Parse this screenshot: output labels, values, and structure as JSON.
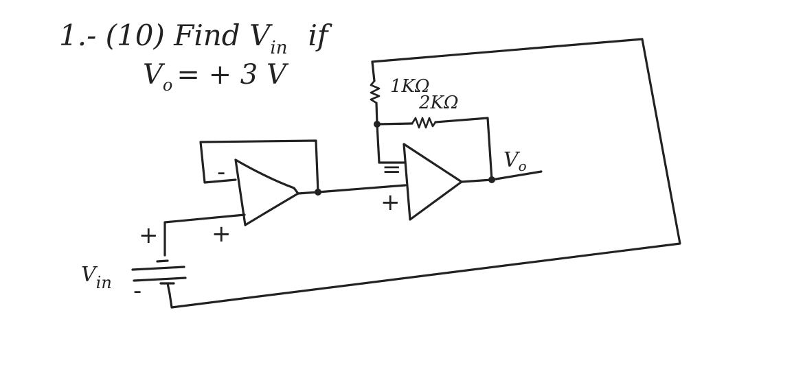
{
  "problem": {
    "title": "1.- (10) Find V",
    "title_sub": "in",
    "title_tail": "if",
    "condition_var": "V",
    "condition_sub": "o",
    "condition_rest": "= + 3 V"
  },
  "components": {
    "r1_label": "1KΩ",
    "r2_label": "2KΩ",
    "output_label_var": "V",
    "output_label_sub": "o",
    "source_label_var": "V",
    "source_label_sub": "in"
  },
  "signs": {
    "buffer_inverting": "-",
    "buffer_noninverting": "+",
    "amp_inverting": "=",
    "amp_noninverting": "+",
    "source_positive": "+",
    "source_negative": "-"
  }
}
